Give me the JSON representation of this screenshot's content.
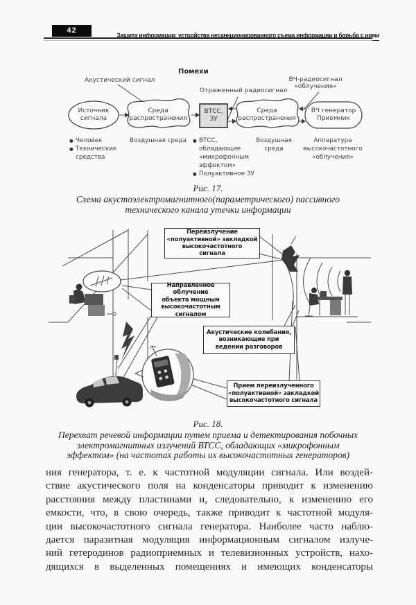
{
  "header": {
    "page_number": "42",
    "title": "Защита информации: устройства несанкционированного съема информации и борьба с ними"
  },
  "fig17": {
    "interference_label": "Помехи",
    "acoustic_signal_label": "Акустический сигнал",
    "reflected_signal_label": "Отраженный радиосигнал",
    "hf_signal_label": [
      "ВЧ-радиосигнал",
      "«облучения»"
    ],
    "blocks": {
      "source": [
        "Источник",
        "сигнала"
      ],
      "medium1": [
        "Среда",
        "распространения"
      ],
      "vtss": [
        "ВТСС,",
        "ЗУ"
      ],
      "medium2": [
        "Среда",
        "распространения"
      ],
      "generator": [
        "ВЧ генератор",
        "Приемник"
      ]
    },
    "notes": {
      "source_items": [
        "Человек",
        "Технические средства"
      ],
      "medium1": "Воздушная среда",
      "vtss_items": [
        "ВТСС, обладающие «микрофонным эффектом»",
        "Полуактивное ЗУ"
      ],
      "medium2": "Воздушная среда",
      "generator": "Аппаратура высокочастотного «облучения»"
    },
    "caption": {
      "title": "Рис. 17.",
      "lines": [
        "Схема акустоэлектромагнитного(параметрического) пассивного",
        "технического канала утечки информации"
      ]
    }
  },
  "fig18": {
    "callouts": {
      "reemission": [
        "Переизлучение",
        "«полуактивной» закладкой",
        "высокочастотного",
        "сигнала"
      ],
      "irradiation": [
        "Направленное облучение",
        "объекта мощным",
        "высокочастотным",
        "сигналом"
      ],
      "acoustic": [
        "Акустические колебания,",
        "возникающие при",
        "ведении разговоров"
      ],
      "reception": [
        "Прием переизлученного",
        "«полуактивной» закладкой",
        "высокочастотного сигнала"
      ]
    },
    "caption": {
      "title": "Рис. 18.",
      "lines": [
        "Перехват речевой информации путем приема и детектирования побочных",
        "электромагнитных излучений ВТСС, обладающих «микрофонным",
        "эффектом» (на частотах работы их высокочастотных генераторов)"
      ]
    }
  },
  "body": {
    "lines": [
      "ния генератора, т. е. к частотной модуляции сигнала. Или воздей-",
      "ствие акустического поля на конденсаторы приводит к изменению",
      "расстояния между пластинами и, следовательно, к изменению его",
      "емкости, что, в свою очередь, также приводит к частотной модуля-",
      "ции высокочастотного сигнала генератора. Наиболее часто наблю-",
      "дается паразитная модуляция информационным сигналом излуче-",
      "ний гетеродинов радиоприемных и телевизионных устройств, нахо-",
      "дящихся в выделенных помещениях и имеющих конденсаторы"
    ]
  }
}
